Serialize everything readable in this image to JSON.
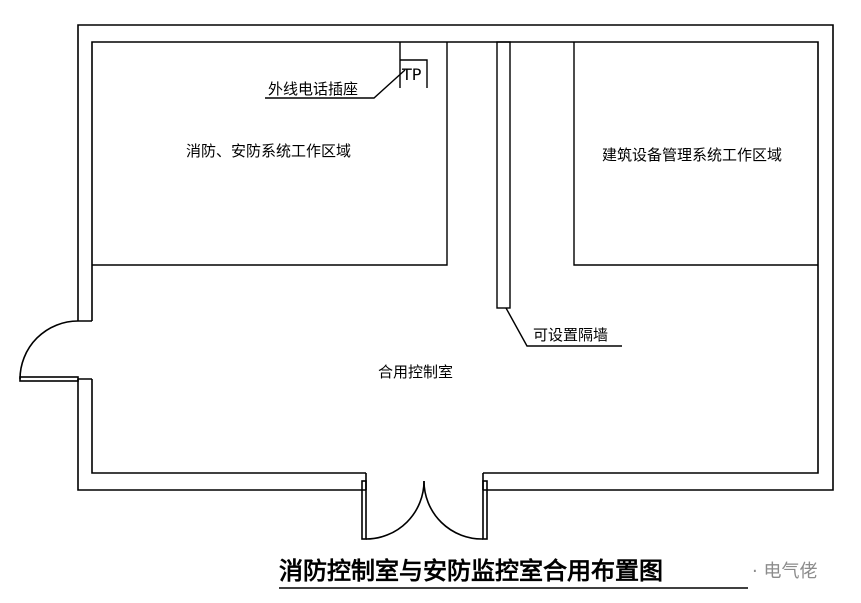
{
  "labels": {
    "tp_box": "TP",
    "phone_socket": "外线电话插座",
    "fire_security_zone": "消防、安防系统工作区域",
    "building_equipment_zone": "建筑设备管理系统工作区域",
    "partition_wall": "可设置隔墙",
    "shared_control_room": "合用控制室"
  },
  "title": "消防控制室与安防监控室合用布置图",
  "watermark": "· 电气佬"
}
